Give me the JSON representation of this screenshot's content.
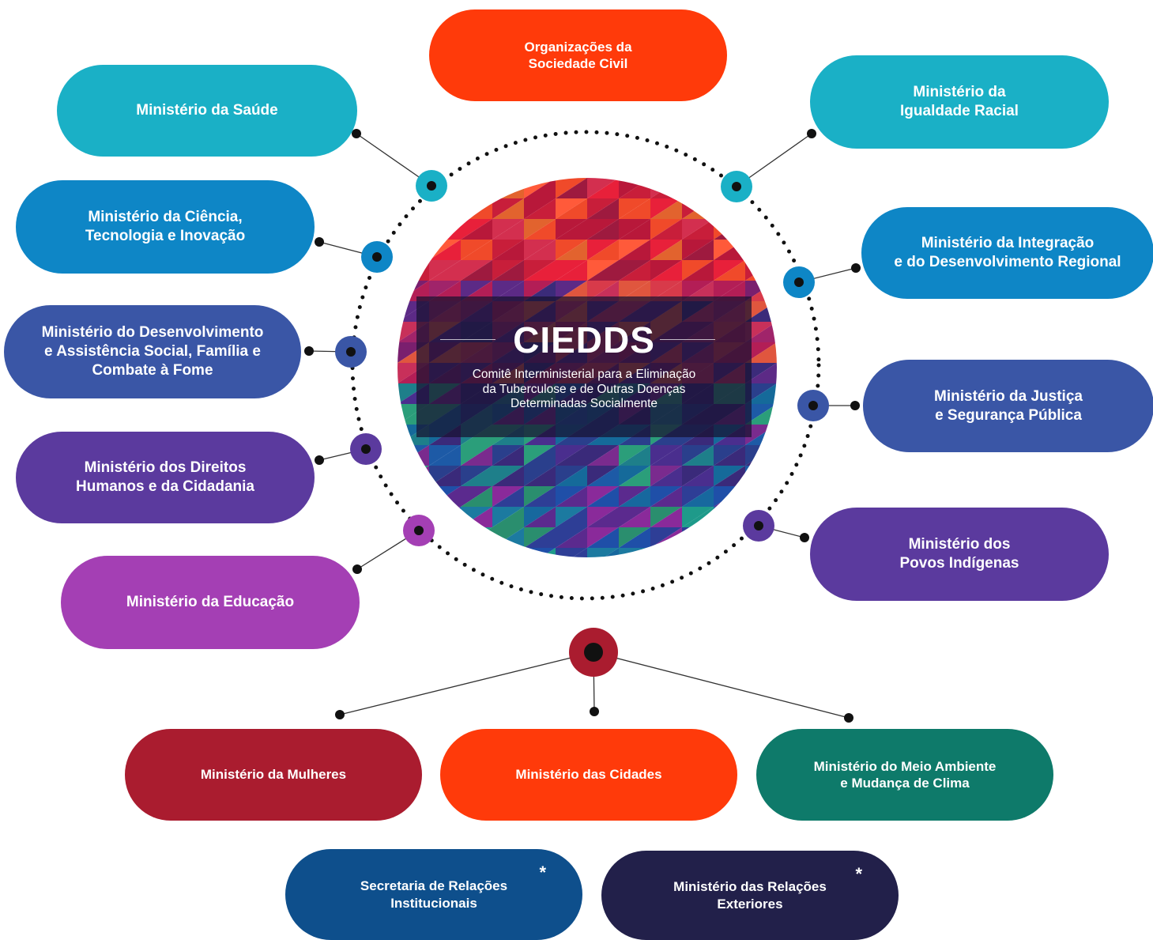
{
  "center": {
    "title": "CIEDDS",
    "subtitle": "Comitê Interministerial para a Eliminação\nda Tuberculose e de Outras Doenças\nDeterminadas Socialmente"
  },
  "nodes": [
    {
      "id": "osc",
      "label": "Organizações da\nSociedade Civil",
      "color": "#FF3A0A"
    },
    {
      "id": "saude",
      "label": "Ministério da Saúde",
      "color": "#1AB0C6"
    },
    {
      "id": "igualdade",
      "label": "Ministério da\nIgualdade Racial",
      "color": "#1AB0C6"
    },
    {
      "id": "ciencia",
      "label": "Ministério da Ciência,\nTecnologia e Inovação",
      "color": "#0E86C6"
    },
    {
      "id": "integracao",
      "label": "Ministério da Integração\ne do Desenvolvimento Regional",
      "color": "#0E86C6"
    },
    {
      "id": "desenvolvimento",
      "label": "Ministério do Desenvolvimento\ne Assistência Social, Família e\nCombate à Fome",
      "color": "#3A56A6"
    },
    {
      "id": "justica",
      "label": "Ministério da Justiça\ne Segurança Pública",
      "color": "#3A56A6"
    },
    {
      "id": "direitos",
      "label": "Ministério dos Direitos\nHumanos e da Cidadania",
      "color": "#5B3A9E"
    },
    {
      "id": "povos",
      "label": "Ministério dos\nPovos Indígenas",
      "color": "#5B3A9E"
    },
    {
      "id": "educacao",
      "label": "Ministério da Educação",
      "color": "#A43FB4"
    },
    {
      "id": "mulheres",
      "label": "Ministério da Mulheres",
      "color": "#AA1C2F"
    },
    {
      "id": "cidades",
      "label": "Ministério das Cidades",
      "color": "#FF3A0A"
    },
    {
      "id": "meio-ambiente",
      "label": "Ministério do Meio Ambiente\ne Mudança de Clima",
      "color": "#0E7A6A"
    },
    {
      "id": "sri",
      "label": "Secretaria de Relações\nInstitucionais",
      "color": "#0E4F8C",
      "mark": "*"
    },
    {
      "id": "mre",
      "label": "Ministério das Relações\nExteriores",
      "color": "#22204A",
      "mark": "*"
    }
  ],
  "hub_color": "#AA1C2F"
}
